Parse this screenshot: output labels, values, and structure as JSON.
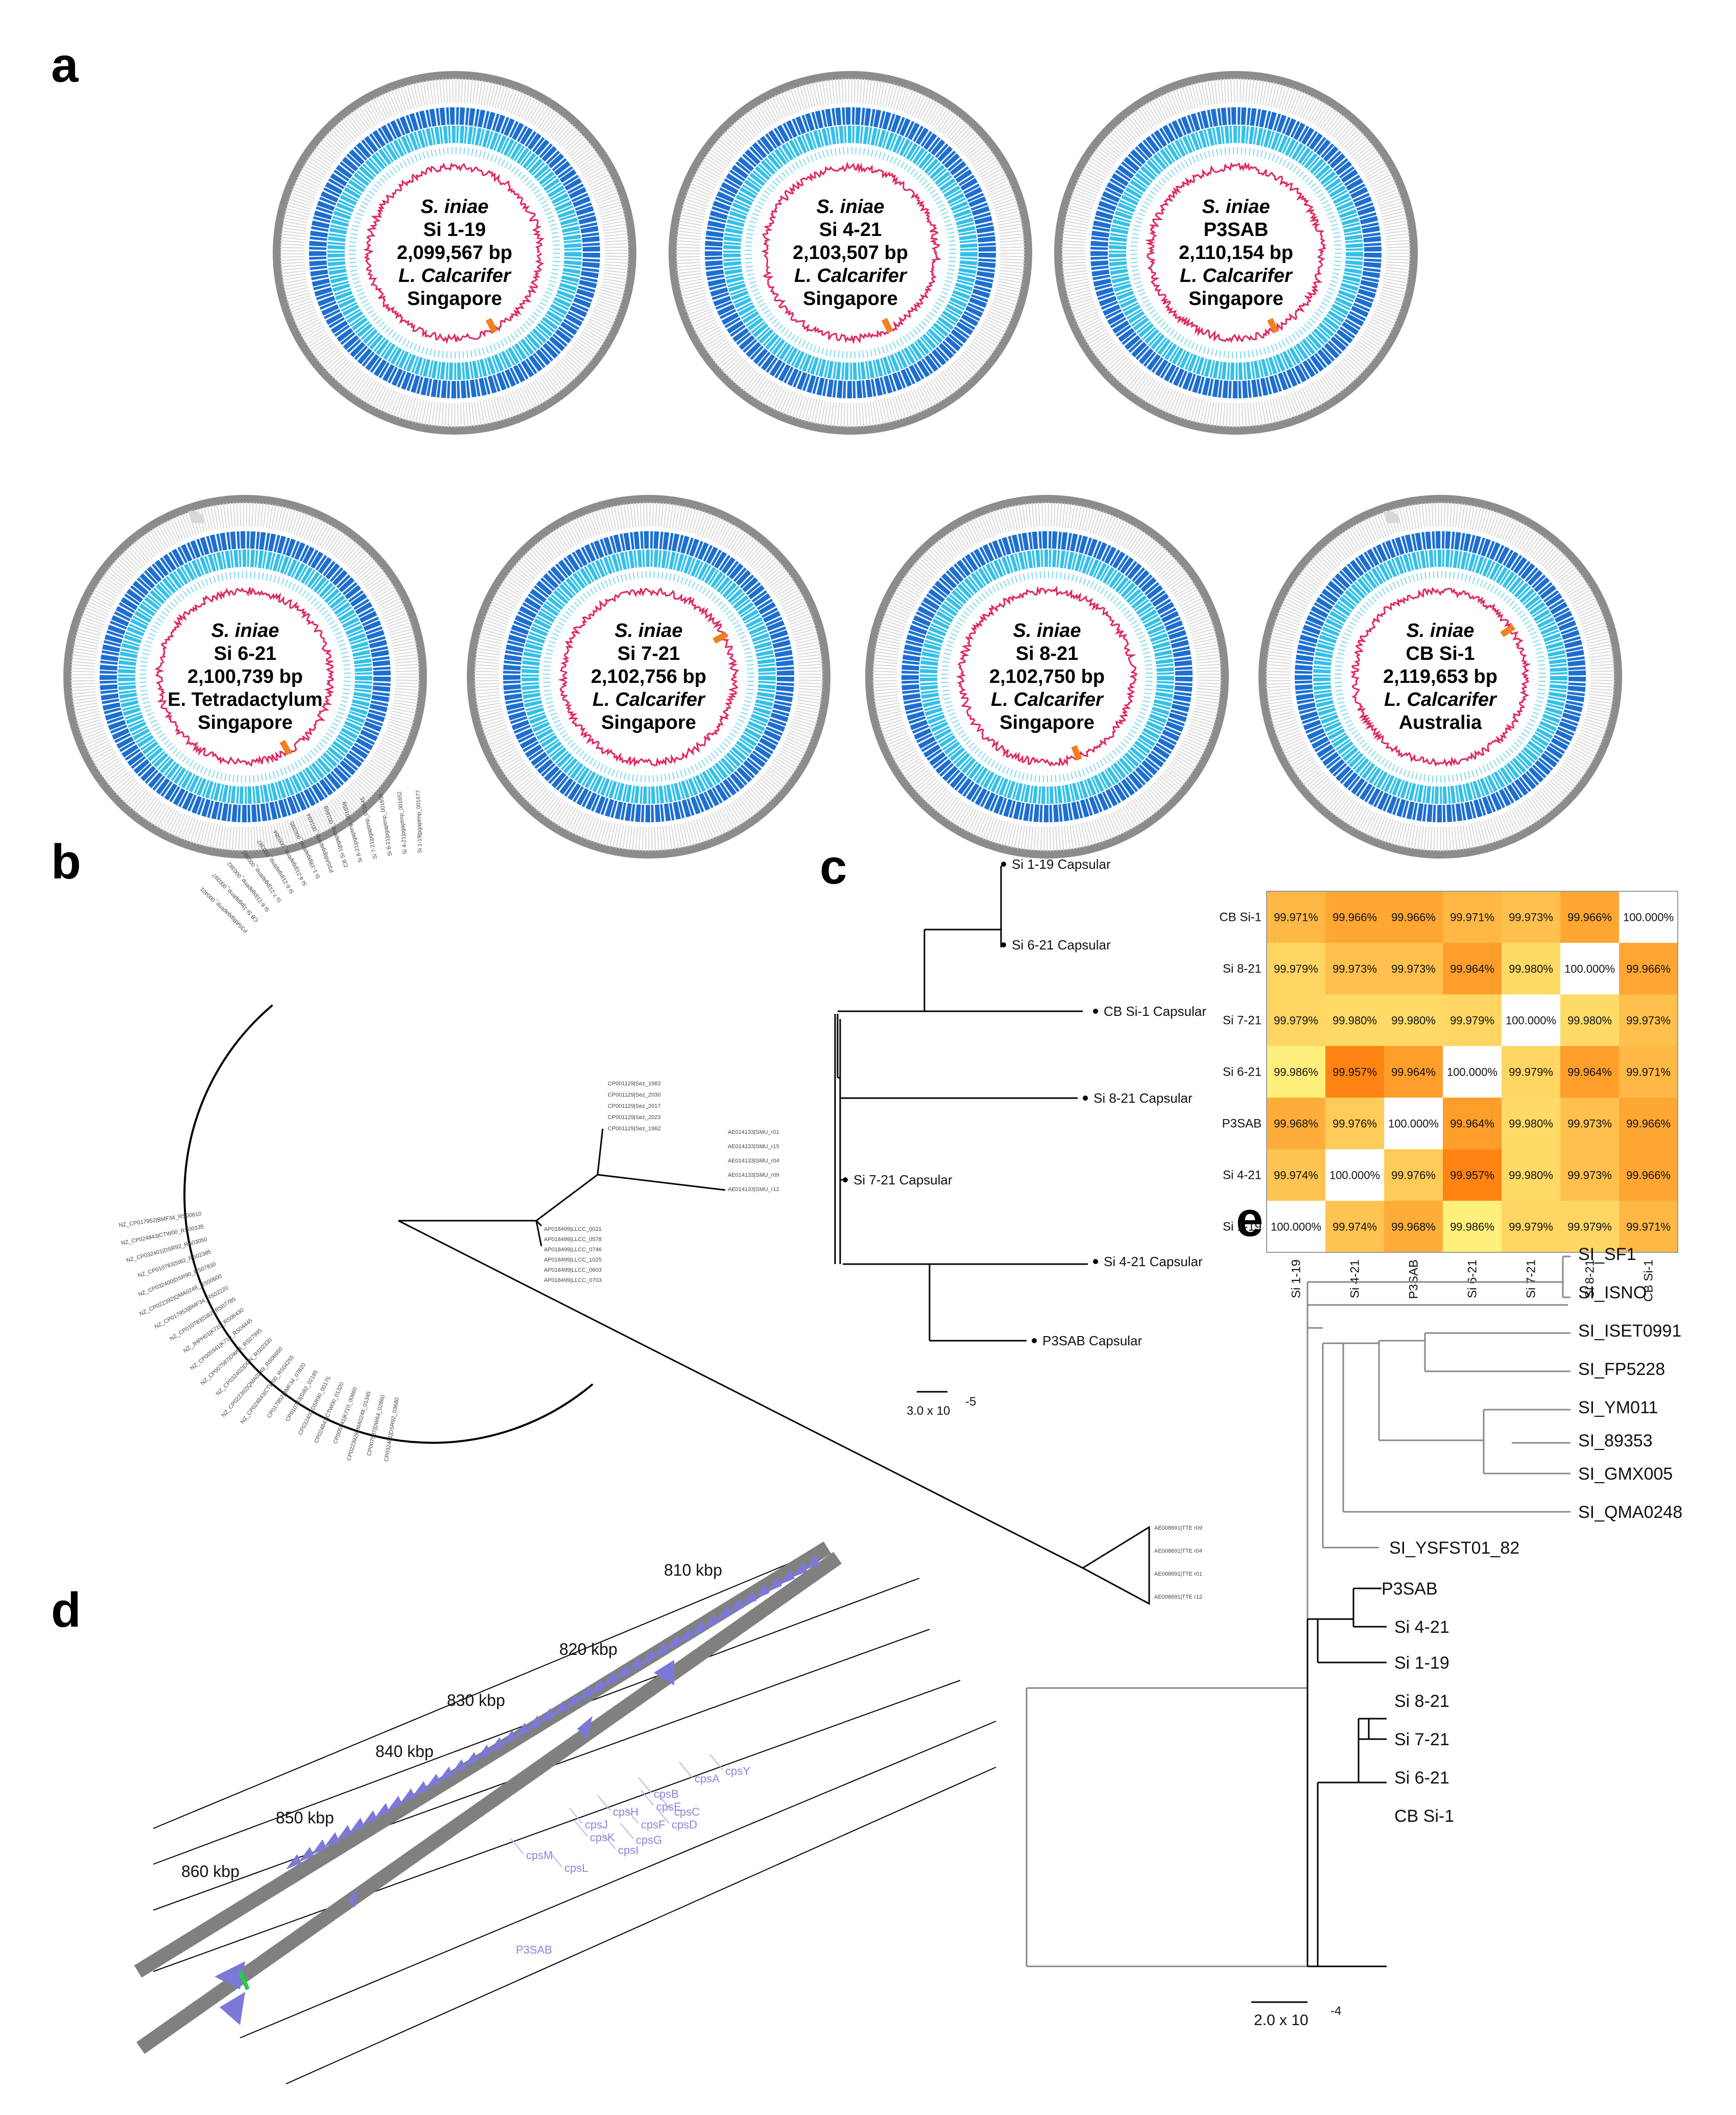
{
  "panel_labels": {
    "a": "a",
    "b": "b",
    "c": "c",
    "d": "d",
    "e": "e"
  },
  "genomes": [
    {
      "species": "S. iniae",
      "strain": "Si 1-19",
      "size": "2,099,567 bp",
      "host": "L. Calcarifer",
      "host_italic": true,
      "country": "Singapore"
    },
    {
      "species": "S. iniae",
      "strain": "Si 4-21",
      "size": "2,103,507 bp",
      "host": "L. Calcarifer",
      "host_italic": true,
      "country": "Singapore"
    },
    {
      "species": "S. iniae",
      "strain": "P3SAB",
      "size": "2,110,154 bp",
      "host": "L. Calcarifer",
      "host_italic": true,
      "country": "Singapore"
    },
    {
      "species": "S. iniae",
      "strain": "Si 6-21",
      "size": "2,100,739 bp",
      "host": "E. Tetradactylum",
      "host_italic": false,
      "country": "Singapore"
    },
    {
      "species": "S. iniae",
      "strain": "Si 7-21",
      "size": "2,102,756 bp",
      "host": "L. Calcarifer",
      "host_italic": true,
      "country": "Singapore"
    },
    {
      "species": "S. iniae",
      "strain": "Si 8-21",
      "size": "2,102,750 bp",
      "host": "L. Calcarifer",
      "host_italic": true,
      "country": "Singapore"
    },
    {
      "species": "S. iniae",
      "strain": "CB Si-1",
      "size": "2,119,653 bp",
      "host": "L. Calcarifer",
      "host_italic": true,
      "country": "Australia"
    }
  ],
  "panel_b": {
    "outgroup_labels": [
      "AE014133|SMU_r01",
      "AE014133|SMU_r15",
      "AE014133|SMU_r04",
      "AE014133|SMU_r09",
      "AE014133|SMU_r12"
    ],
    "outgroup2_labels": [
      "AP018499|LLCC_0021",
      "AP018499|LLCC_0578",
      "AP018499|LLCC_0746",
      "AP018499|LLCC_1025",
      "AP018499|LLCC_0603",
      "AP018499|LLCC_0703"
    ],
    "triangle_labels": [
      "AE008691|TTE r09",
      "AE008691|TTE r04",
      "AE008691|TTE r01",
      "AE008691|TTE r12"
    ],
    "sez_labels": [
      "CP001129|Sez_1983",
      "CP001129|Sez_2030",
      "CP001129|Sez_2017",
      "CP001129|Sez_2023",
      "CP001129|Sez_1962"
    ],
    "red_labels": [
      "Si 1-19|pgaptmp_001677",
      "Si 4-21|pgaptmp_001652",
      "Si 6-21|pgaptmp_001658",
      "Si 7-21|pgaptmp_001645",
      "Si 8-21|pgaptmp_001659",
      "CB Si-1|pgaptmp_001669",
      "P3SAB|pgaptmp_001694",
      "Si 1-19|pgaptmp_000395",
      "Si 4-21|pgaptmp_000384",
      "Si 6-21|pgaptmp_000387",
      "Si 7-21|pgaptmp_000381",
      "Si 8-21|pgaptmp_000382",
      "CB Si-1|pgaptmp_000397",
      "P3SAB|pgaptmp_000401"
    ],
    "black_labels": [
      "NZ_CP017952|BMF34_RS00610",
      "NZ_CP024843|CTW00_RS00335",
      "NZ_CP032401|DSR92_RS03050",
      "NZ_CP010783|SI82_RS02385",
      "NZ_CP032400|DSR90_RS07830",
      "NZ_CP022392|QMA0248_RS00600",
      "NZ_CP017953|BMF34_RS02220",
      "NZ_CP010783|SI82_RS07785",
      "NZ_JHPH01|K710_RS06430",
      "NZ_CP005941|K710_RS04445",
      "NZ_CP007587|DW64_RS07995",
      "NZ_CP032402|DQN_RS02330",
      "NZ_CP022392|QMA0248_RS06650",
      "NZ_CP024843|CTW00_RS04255",
      "CP017952|BMF34_07820",
      "CP010783|SI82_02185",
      "CP032400|DSR90_00175",
      "CP024843|CTW00_01320",
      "CP005941|K710_00860",
      "CP022392|QMA0248_01345",
      "CP007587|DW64_02860",
      "CP032401|DSR92_03680"
    ]
  },
  "panel_c": {
    "tree_leaves": [
      "Si 1-19 Capsular",
      "Si 6-21 Capsular",
      "CB Si-1 Capsular",
      "Si 8-21 Capsular",
      "Si 7-21 Capsular",
      "Si 4-21 Capsular",
      "P3SAB Capsular"
    ],
    "scale_label": "3.0 x 10",
    "scale_exp": "-5",
    "row_labels": [
      "CB Si-1",
      "Si 8-21",
      "Si 7-21",
      "Si 6-21",
      "P3SAB",
      "Si 4-21",
      "Si 1-19"
    ],
    "col_labels": [
      "Si 1-19",
      "Si 4-21",
      "P3SAB",
      "Si 6-21",
      "Si 7-21",
      "Si 8-21",
      "CB Si-1"
    ],
    "matrix": [
      [
        "99.971%",
        "99.966%",
        "99.966%",
        "99.971%",
        "99.973%",
        "99.966%",
        "100.000%"
      ],
      [
        "99.979%",
        "99.973%",
        "99.973%",
        "99.964%",
        "99.980%",
        "100.000%",
        "99.966%"
      ],
      [
        "99.979%",
        "99.980%",
        "99.980%",
        "99.979%",
        "100.000%",
        "99.980%",
        "99.973%"
      ],
      [
        "99.986%",
        "99.957%",
        "99.964%",
        "100.000%",
        "99.979%",
        "99.964%",
        "99.971%"
      ],
      [
        "99.968%",
        "99.976%",
        "100.000%",
        "99.964%",
        "99.980%",
        "99.973%",
        "99.966%"
      ],
      [
        "99.974%",
        "100.000%",
        "99.976%",
        "99.957%",
        "99.980%",
        "99.973%",
        "99.966%"
      ],
      [
        "100.000%",
        "99.974%",
        "99.968%",
        "99.986%",
        "99.979%",
        "99.979%",
        "99.971%"
      ]
    ]
  },
  "panel_d": {
    "kbp_labels": [
      "810 kbp",
      "820 kbp",
      "830 kbp",
      "840 kbp",
      "850 kbp",
      "860 kbp"
    ],
    "genes": [
      "cpsA",
      "cpsY",
      "cpsB",
      "cpsE",
      "cpsC",
      "cpsD",
      "cpsH",
      "cpsF",
      "cpsJ",
      "cpsG",
      "cpsK",
      "cpsI",
      "cpsM",
      "cpsL"
    ],
    "strain_label": "P3SAB"
  },
  "panel_e": {
    "leaves": [
      "SI_SF1",
      "SI_ISNO",
      "SI_ISET0991",
      "SI_FP5228",
      "SI_YM011",
      "SI_89353",
      "SI_GMX005",
      "SI_QMA0248",
      "SI_YSFST01_82",
      "P3SAB",
      "Si 4-21",
      "Si 1-19",
      "Si 8-21",
      "Si 7-21",
      "Si 6-21",
      "CB Si-1"
    ],
    "scale_label": "2.0 x 10",
    "scale_exp": "-4"
  },
  "colors": {
    "gc_line": "#e0245e",
    "cds_dark": "#1d6fd1",
    "cds_light": "#34c0e8",
    "ring": "#8c8c8c",
    "red_label": "#b52a2a",
    "cps_arrow": "#7c78d8",
    "heat_low": "#ffffa0",
    "heat_high": "#f27d0c"
  }
}
